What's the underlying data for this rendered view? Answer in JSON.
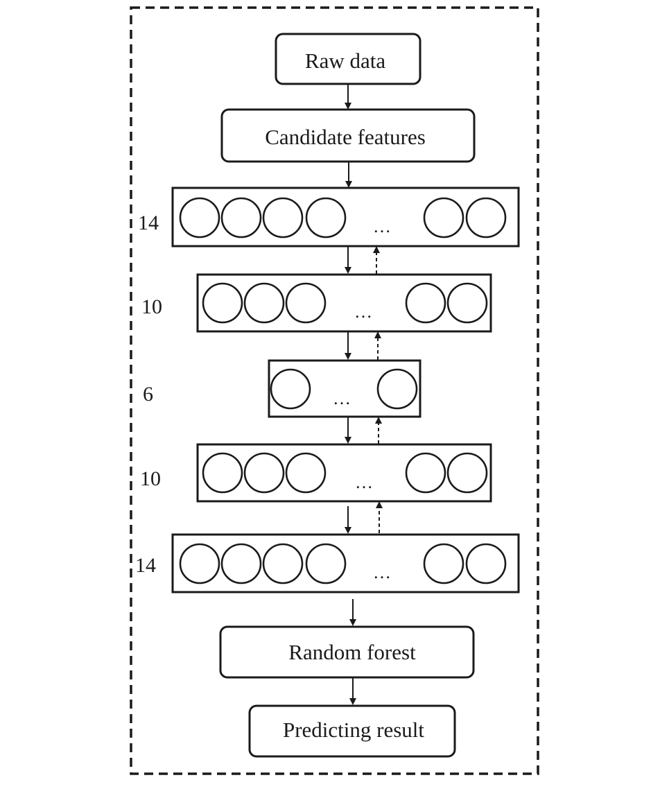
{
  "process_boxes": {
    "raw_data": "Raw data",
    "candidate_features": "Candidate features",
    "random_forest": "Random forest",
    "predicting_result": "Predicting result"
  },
  "layers": [
    {
      "size": "14",
      "ellipsis": "…"
    },
    {
      "size": "10",
      "ellipsis": "…"
    },
    {
      "size": "6",
      "ellipsis": "…"
    },
    {
      "size": "10",
      "ellipsis": "…"
    },
    {
      "size": "14",
      "ellipsis": "…"
    }
  ]
}
